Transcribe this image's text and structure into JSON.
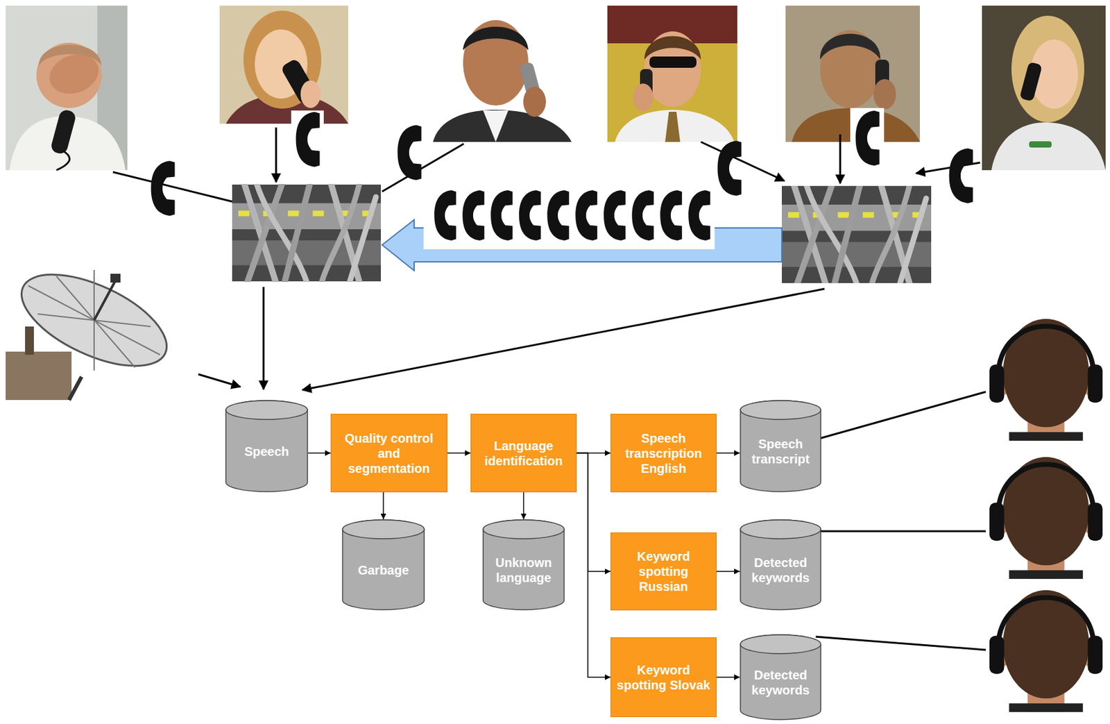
{
  "diagram": {
    "nodes": [
      {
        "text": [
          "Speech"
        ]
      },
      {
        "text": [
          "Quality control and segmentation"
        ]
      },
      {
        "text": [
          "Language identification"
        ]
      },
      {
        "text": [
          "Speech transcription English"
        ]
      },
      {
        "text": [
          "Speech transcript"
        ]
      },
      {
        "text": [
          "Garbage"
        ]
      },
      {
        "text": [
          "Unknown language"
        ]
      },
      {
        "text": [
          "Keyword spotting Russian"
        ]
      },
      {
        "text": [
          "Detected keywords"
        ]
      },
      {
        "text": [
          "Keyword spotting Slovak"
        ]
      },
      {
        "text": [
          "Detected keywords"
        ]
      }
    ],
    "edges": [
      {
        "from": 0,
        "to": 1,
        "arrow": "to"
      },
      {
        "from": 1,
        "to": 2,
        "arrow": "to"
      },
      {
        "from": 1,
        "to": 5,
        "arrow": "to"
      },
      {
        "from": 2,
        "to": 6,
        "arrow": "to"
      },
      {
        "from": 2,
        "to": 3,
        "arrow": "to"
      },
      {
        "from": 2,
        "to": 7,
        "arrow": "to"
      },
      {
        "from": 2,
        "to": 9,
        "arrow": "to"
      },
      {
        "from": 3,
        "to": 4,
        "arrow": "to"
      },
      {
        "from": 7,
        "to": 8,
        "arrow": "to"
      },
      {
        "from": 9,
        "to": 10,
        "arrow": "to"
      }
    ]
  }
}
